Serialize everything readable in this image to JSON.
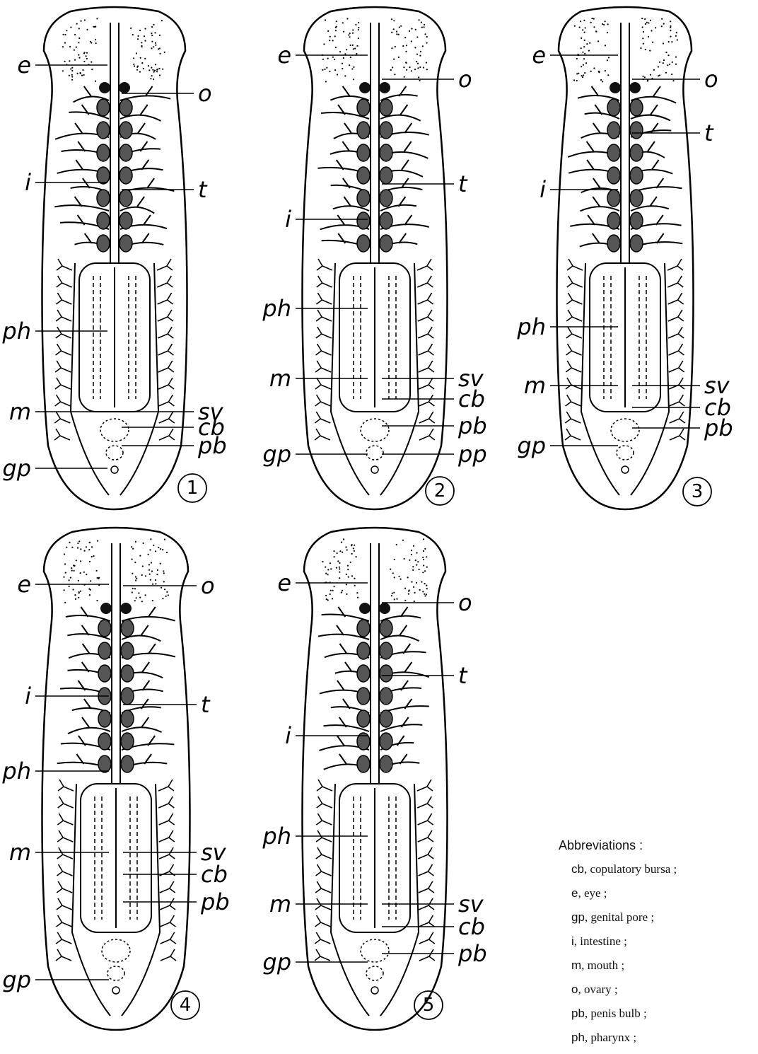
{
  "figures": [
    {
      "number": "1",
      "labels": [
        {
          "text": "e"
        },
        {
          "text": "o"
        },
        {
          "text": "i"
        },
        {
          "text": "t"
        },
        {
          "text": "ph"
        },
        {
          "text": "m"
        },
        {
          "text": "sv"
        },
        {
          "text": "cb"
        },
        {
          "text": "pb"
        },
        {
          "text": "gp"
        }
      ]
    },
    {
      "number": "2",
      "labels": [
        {
          "text": "e"
        },
        {
          "text": "o"
        },
        {
          "text": "t"
        },
        {
          "text": "i"
        },
        {
          "text": "ph"
        },
        {
          "text": "m"
        },
        {
          "text": "sv"
        },
        {
          "text": "cb"
        },
        {
          "text": "pb"
        },
        {
          "text": "gp"
        },
        {
          "text": "pp"
        }
      ]
    },
    {
      "number": "3",
      "labels": [
        {
          "text": "e"
        },
        {
          "text": "o"
        },
        {
          "text": "t"
        },
        {
          "text": "i"
        },
        {
          "text": "ph"
        },
        {
          "text": "m"
        },
        {
          "text": "sv"
        },
        {
          "text": "cb"
        },
        {
          "text": "pb"
        },
        {
          "text": "gp"
        }
      ]
    },
    {
      "number": "4",
      "labels": [
        {
          "text": "e"
        },
        {
          "text": "o"
        },
        {
          "text": "i"
        },
        {
          "text": "t"
        },
        {
          "text": "ph"
        },
        {
          "text": "m"
        },
        {
          "text": "sv"
        },
        {
          "text": "cb"
        },
        {
          "text": "pb"
        },
        {
          "text": "gp"
        }
      ]
    },
    {
      "number": "5",
      "labels": [
        {
          "text": "e"
        },
        {
          "text": "o"
        },
        {
          "text": "t"
        },
        {
          "text": "i"
        },
        {
          "text": "ph"
        },
        {
          "text": "m"
        },
        {
          "text": "sv"
        },
        {
          "text": "cb"
        },
        {
          "text": "pb"
        },
        {
          "text": "gp"
        }
      ]
    }
  ],
  "abbreviations": {
    "title": "Abbreviations :",
    "items": [
      {
        "abbr": "cb",
        "meaning": ", copulatory bursa ;"
      },
      {
        "abbr": "e",
        "meaning": ", eye ;"
      },
      {
        "abbr": "gp",
        "meaning": ", genital pore ;"
      },
      {
        "abbr": "i",
        "meaning": ", intestine ;"
      },
      {
        "abbr": "m",
        "meaning": ", mouth ;"
      },
      {
        "abbr": "o",
        "meaning": ", ovary ;"
      },
      {
        "abbr": "pb",
        "meaning": ", penis bulb ;"
      },
      {
        "abbr": "ph",
        "meaning": ", pharynx ;"
      }
    ]
  }
}
